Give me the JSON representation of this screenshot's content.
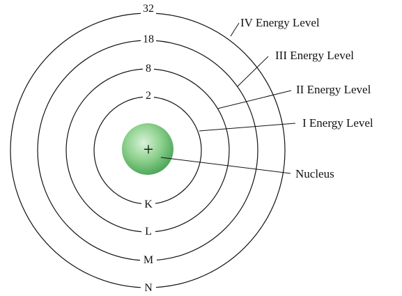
{
  "diagram": {
    "nucleus": {
      "label": "Nucleus",
      "symbol": "+",
      "fill_light": "#d8f2d8",
      "fill_mid": "#8fd18f",
      "fill_dark": "#4fa85a"
    },
    "line_color": "#111111",
    "shells": [
      {
        "letter": "K",
        "capacity": "2",
        "level_label": "I Energy Level"
      },
      {
        "letter": "L",
        "capacity": "8",
        "level_label": "II Energy Level"
      },
      {
        "letter": "M",
        "capacity": "18",
        "level_label": "III Energy Level"
      },
      {
        "letter": "N",
        "capacity": "32",
        "level_label": "IV Energy Level"
      }
    ]
  }
}
